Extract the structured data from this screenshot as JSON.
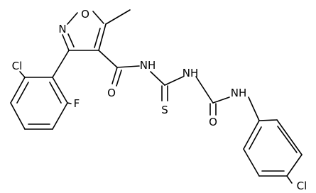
{
  "atoms": {
    "o_ring": "O",
    "n_ring": "N",
    "cl_left": "Cl",
    "f": "F",
    "o_amide": "O",
    "nh_1": "NH",
    "nh_2": "NH",
    "s": "S",
    "nh_3": "NH",
    "o_urea": "O",
    "cl_right": "Cl"
  },
  "colors": {
    "bond": "#000000",
    "label": "#000000",
    "background": "#ffffff"
  }
}
